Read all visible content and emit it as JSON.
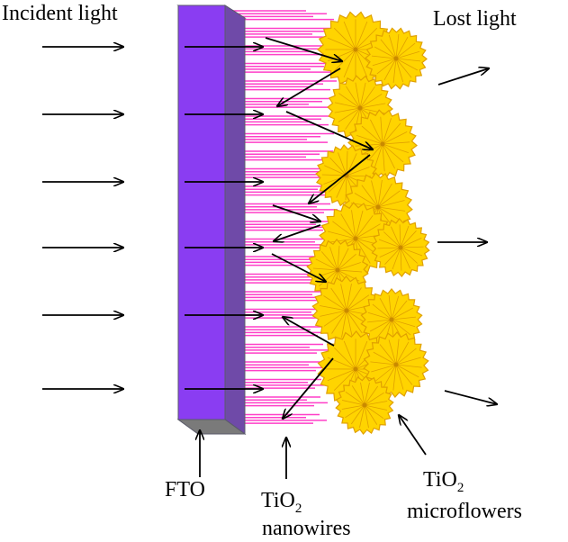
{
  "labels": {
    "incident_light": "Incident light",
    "lost_light": "Lost light",
    "fto": "FTO",
    "nanowires_prefix": "TiO",
    "nanowires_sub": "2",
    "nanowires_name": "nanowires",
    "microflowers_prefix": "TiO",
    "microflowers_sub": "2",
    "microflowers_name": "microflowers"
  },
  "colors": {
    "fto_front": "#8a3df2",
    "fto_side": "#6f4aa8",
    "fto_top": "#9a9a9a",
    "nanowire": "#ff3fc8",
    "flower_fill": "#ffd400",
    "flower_stroke": "#e0a000",
    "arrow": "#000000"
  },
  "icons": {
    "arrow": "arrow-icon",
    "flower": "microflower-icon"
  }
}
